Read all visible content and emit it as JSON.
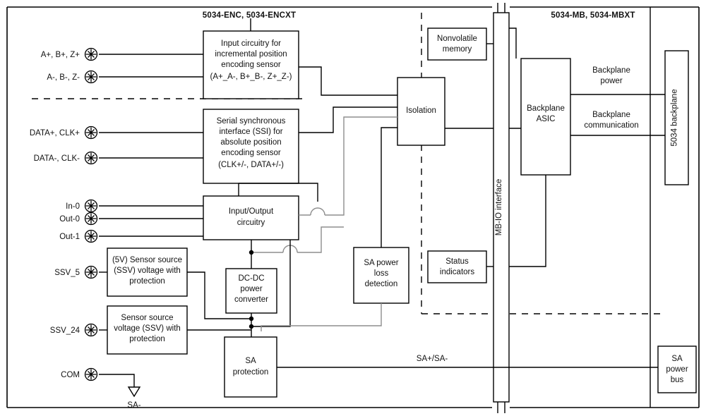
{
  "diagram": {
    "title_left": "5034-ENC, 5034-ENCXT",
    "title_right": "5034-MB, 5034-MBXT"
  },
  "pins": [
    {
      "id": "pin-a-b-z-plus",
      "label": "A+, B+, Z+"
    },
    {
      "id": "pin-a-b-z-minus",
      "label": "A-, B-, Z-"
    },
    {
      "id": "pin-data-clk-plus",
      "label": "DATA+, CLK+"
    },
    {
      "id": "pin-data-clk-minus",
      "label": "DATA-, CLK-"
    },
    {
      "id": "pin-in-0",
      "label": "In-0"
    },
    {
      "id": "pin-out-0",
      "label": "Out-0"
    },
    {
      "id": "pin-out-1",
      "label": "Out-1"
    },
    {
      "id": "pin-ssv-5",
      "label": "SSV_5"
    },
    {
      "id": "pin-ssv-24",
      "label": "SSV_24"
    },
    {
      "id": "pin-com",
      "label": "COM"
    }
  ],
  "blocks": {
    "incremental_input": [
      "Input circuitry for",
      "incremental position",
      "encoding sensor",
      "(A+_A-, B+_B-, Z+_Z-)"
    ],
    "ssi": [
      "Serial synchronous",
      "interface (SSI) for",
      "absolute position",
      "encoding sensor",
      "(CLK+/-, DATA+/-)"
    ],
    "io_circuitry": [
      "Input/Output",
      "circuitry"
    ],
    "ssv_5": [
      "(5V) Sensor source",
      "(SSV) voltage with",
      "protection"
    ],
    "ssv_24": [
      "Sensor source",
      "voltage (SSV) with",
      "protection"
    ],
    "dcdc": [
      "DC-DC",
      "power",
      "converter"
    ],
    "sa_protection": [
      "SA",
      "protection"
    ],
    "sa_power_loss": [
      "SA power",
      "loss",
      "detection"
    ],
    "isolation": [
      "Isolation"
    ],
    "nonvolatile_memory": [
      "Nonvolatile",
      "memory"
    ],
    "status_indicators": [
      "Status",
      "indicators"
    ],
    "backplane_asic": [
      "Backplane",
      "ASIC"
    ],
    "mb_io_interface": "MB-IO interface",
    "backplane_5034": "5034 backplane",
    "sa_power_bus": [
      "SA",
      "power",
      "bus"
    ]
  },
  "wire_labels": {
    "backplane_power": [
      "Backplane",
      "power"
    ],
    "backplane_communication": [
      "Backplane",
      "communication"
    ],
    "sa_bus": "SA+/SA-",
    "sa_minus_ground": "SA-"
  },
  "colors": {
    "line": "#000000",
    "secondary_line": "#8d8d8d",
    "background": "#ffffff",
    "text": "#111111"
  }
}
